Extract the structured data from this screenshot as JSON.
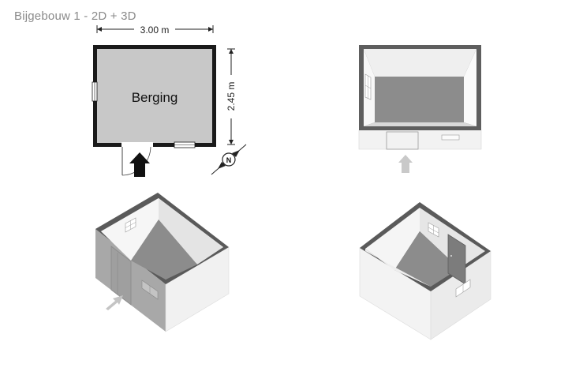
{
  "title": "Bijgebouw 1 - 2D + 3D",
  "floorplan": {
    "room_name": "Berging",
    "width_label": "3.00 m",
    "depth_label": "2.45 m",
    "compass_letter": "N"
  },
  "colors": {
    "floor_2d": "#c8c8c8",
    "wall": "#1a1a1a",
    "floor_3d": "#8c8c8c",
    "wall_top": "#5e5e5e",
    "wall_inner": "#f4f4f4",
    "wall_outer_dark": "#a8a8a8",
    "wall_outer_light": "#f2f2f2",
    "title": "#8a8a8a"
  },
  "icons": [
    "entrance-arrow-icon",
    "compass-icon",
    "window-icon",
    "door-icon"
  ]
}
